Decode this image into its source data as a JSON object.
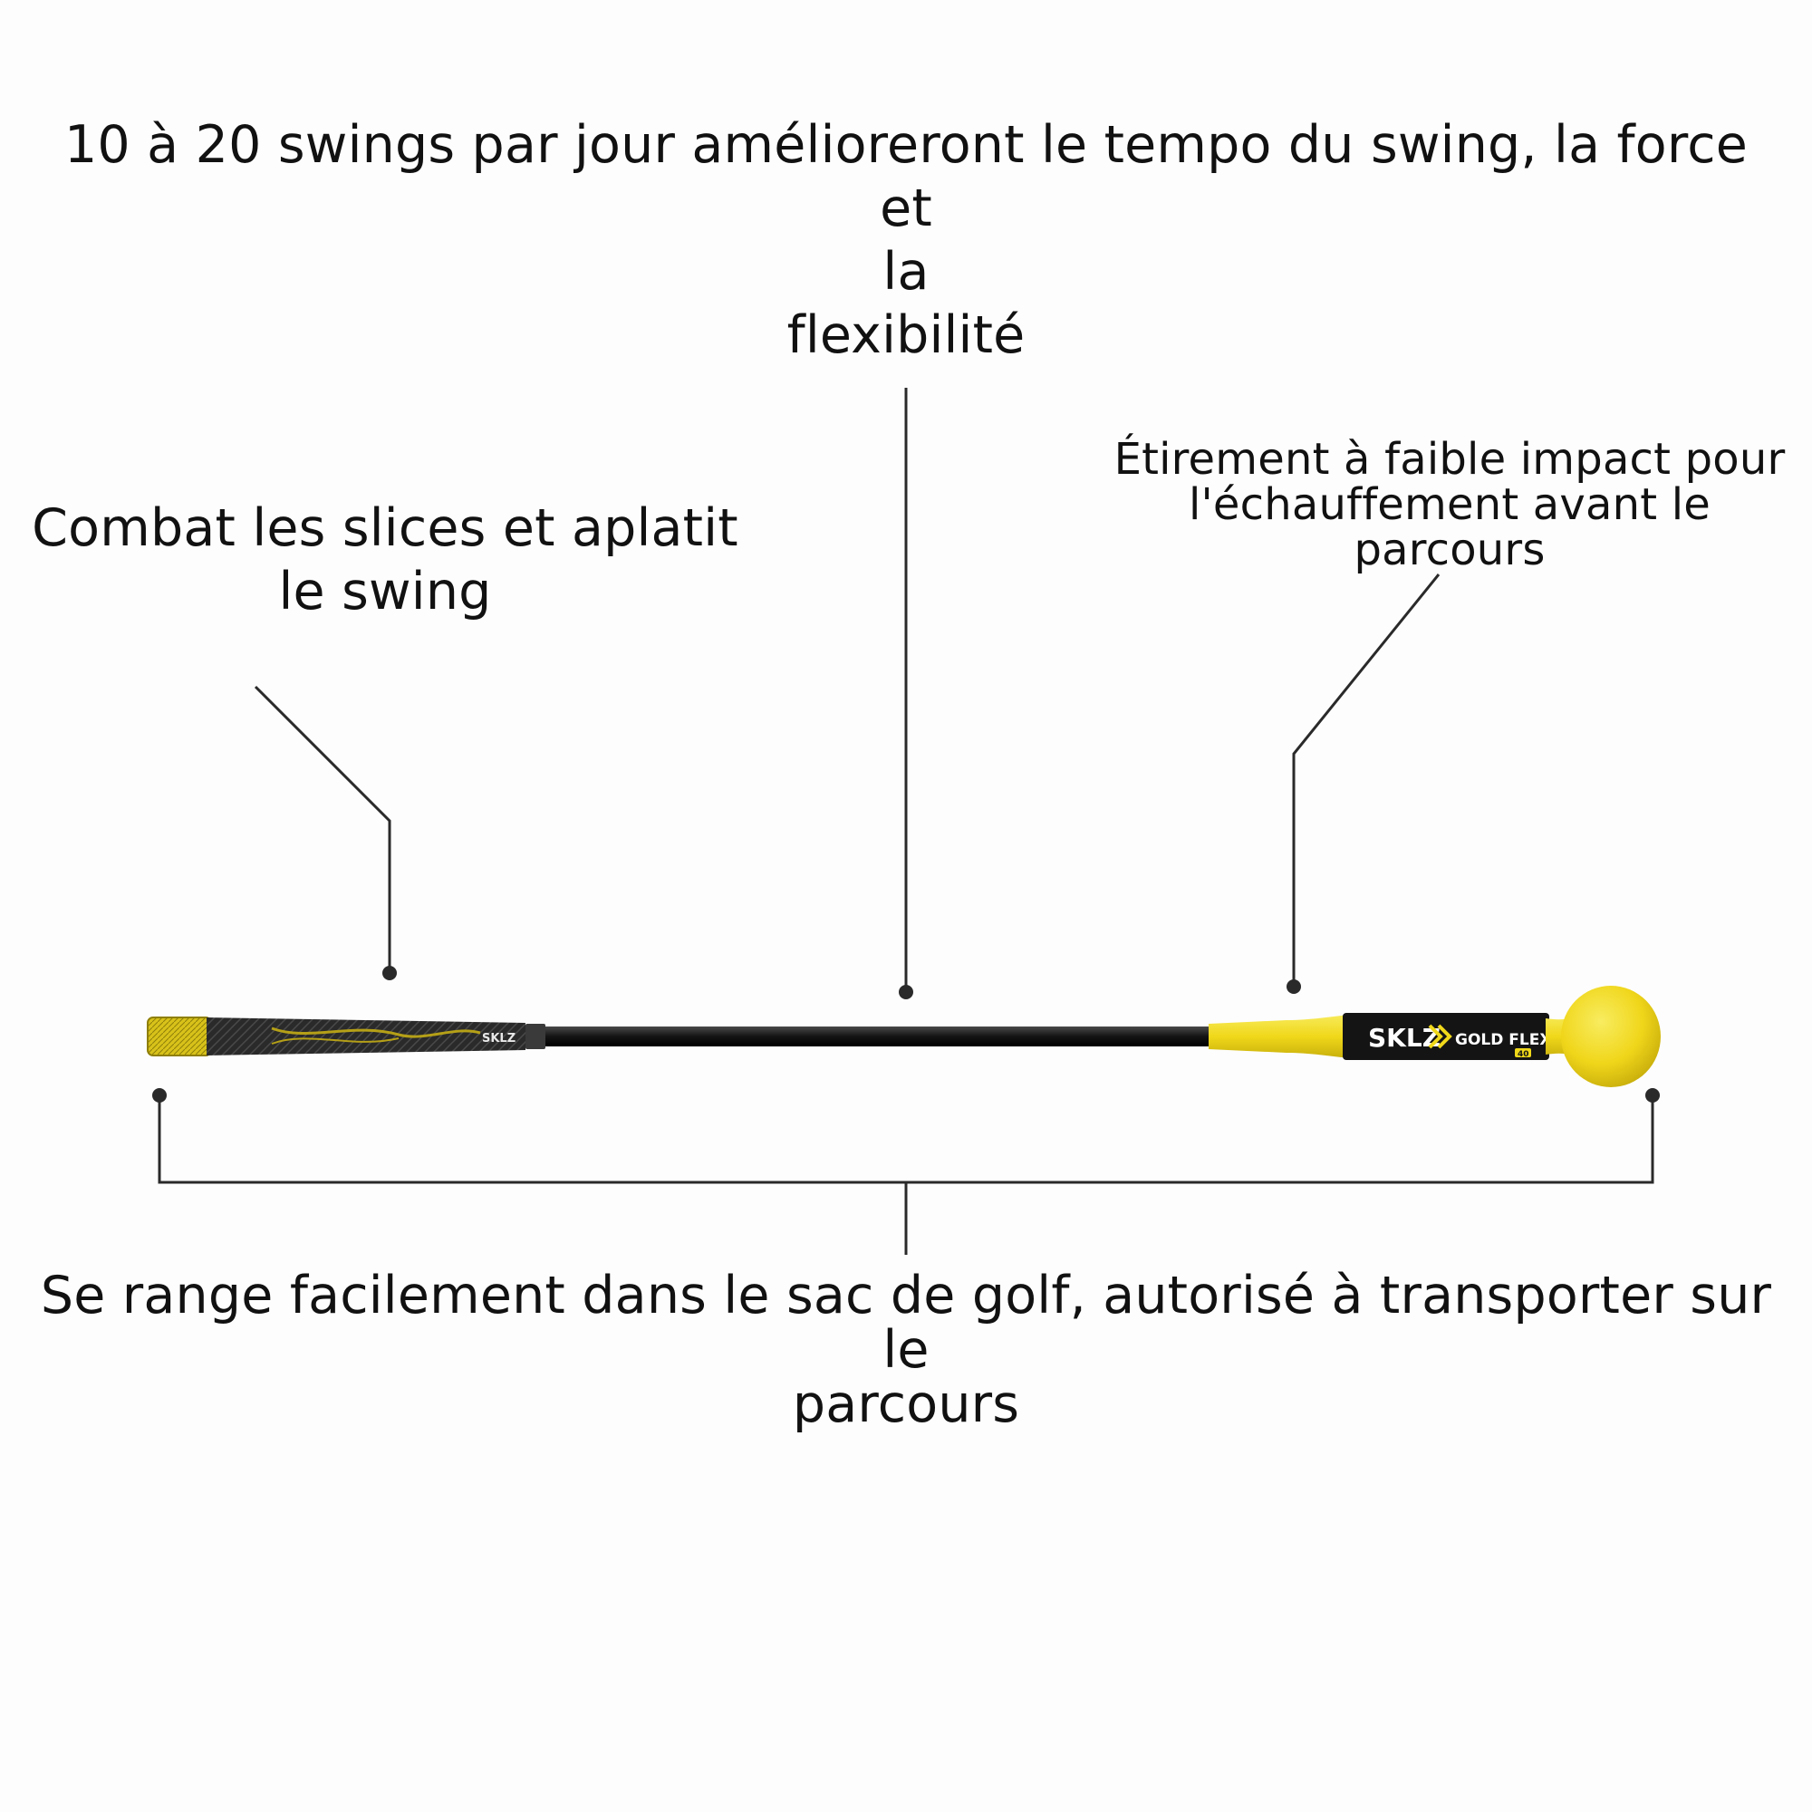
{
  "callouts": {
    "top": {
      "line1": "10 à 20 swings par jour amélioreront le tempo du swing, la force et",
      "line2": "la",
      "line3": "flexibilité"
    },
    "left": {
      "line1": "Combat les slices et aplatit",
      "line2": "le swing"
    },
    "right": {
      "line1": "Étirement à faible impact pour",
      "line2": "l'échauffement avant le parcours"
    },
    "bottom": {
      "line1": "Se range facilement dans le sac de golf, autorisé à transporter sur le",
      "line2": "parcours"
    }
  },
  "product": {
    "grip_brand": "SKLZ",
    "head_brand": "SKLZ",
    "head_model": "GOLD FLEX",
    "head_size": "40"
  },
  "colors": {
    "accent_yellow": "#f2dd1c",
    "shaft_black": "#141414",
    "line": "#2a2a2a"
  }
}
